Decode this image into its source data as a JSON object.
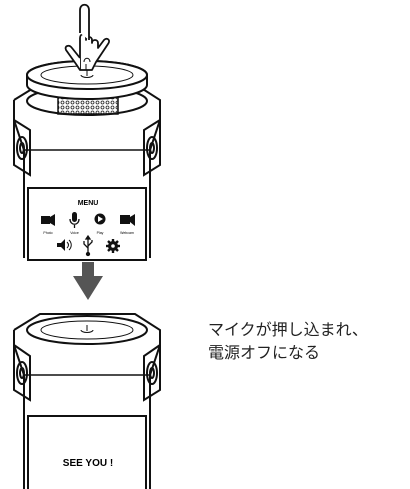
{
  "top_device": {
    "menu": {
      "title": "MENU",
      "items": [
        {
          "icon": "camera-photo-icon",
          "label": "Photo"
        },
        {
          "icon": "microphone-icon",
          "label": "Voice"
        },
        {
          "icon": "play-icon",
          "label": "Play"
        },
        {
          "icon": "video-camera-icon",
          "label": "Webcam"
        }
      ],
      "bottom_icons": [
        "speaker-icon",
        "usb-icon",
        "settings-gear-icon"
      ]
    }
  },
  "bottom_device": {
    "screen_text": "SEE YOU !"
  },
  "caption": {
    "line1": "マイクが押し込まれ、",
    "line2": "電源オフになる"
  },
  "colors": {
    "outline": "#111111",
    "arrow": "#555555"
  }
}
